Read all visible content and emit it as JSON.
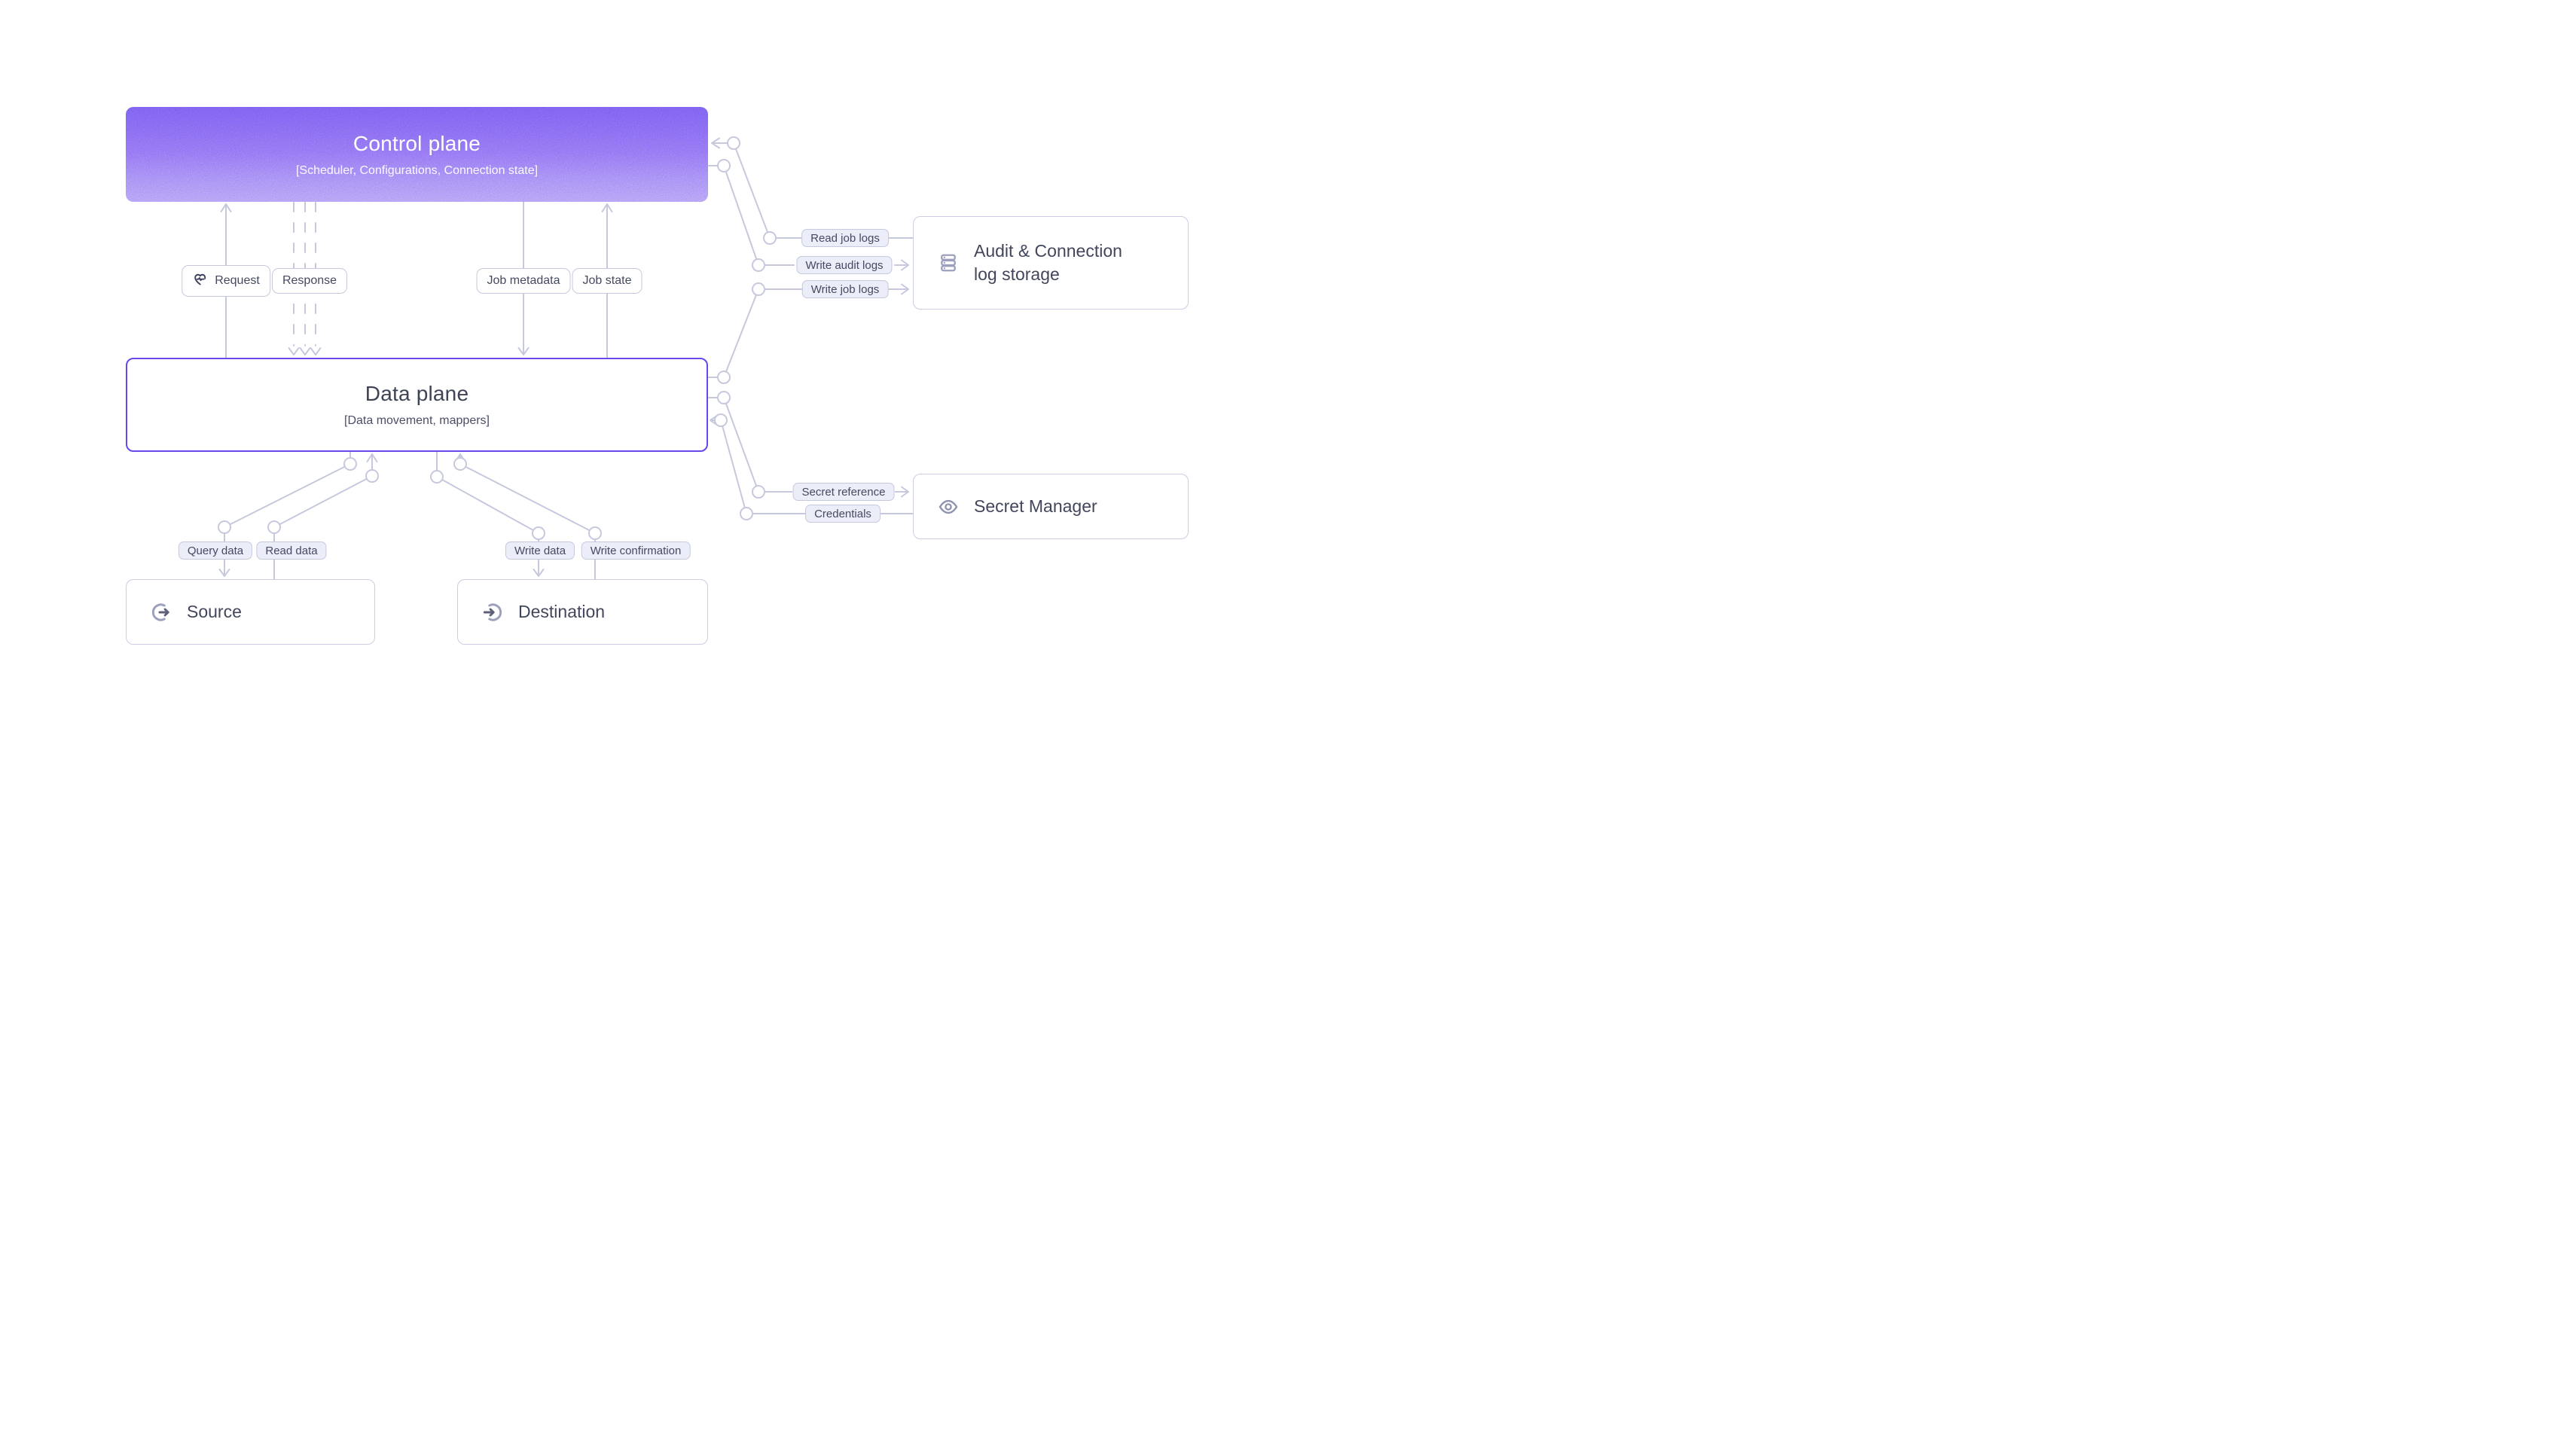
{
  "diagram_title": "Control plane / Data plane architecture diagram",
  "colors": {
    "background": "#ffffff",
    "control_plane_gradient_top": "#6B53EE",
    "control_plane_gradient_bottom": "#A78EF3",
    "data_plane_border": "#6847EB",
    "node_border": "#CACDE3",
    "wire": "#C6C9DE",
    "chip_fill": "#EBEDF8",
    "chip_border": "#C6C9DE",
    "text_dark": "#42465C",
    "text_chip": "#454A61",
    "text_on_purple": "#ffffff"
  },
  "nodes": {
    "control_plane": {
      "title": "Control plane",
      "subtitle": "[Scheduler, Configurations, Connection state]"
    },
    "data_plane": {
      "title": "Data plane",
      "subtitle": "[Data movement, mappers]"
    },
    "source": {
      "title": "Source",
      "icon": "arrow-out-of-circle"
    },
    "destination": {
      "title": "Destination",
      "icon": "arrow-into-circle"
    },
    "audit_storage": {
      "title": "Audit & Connection log storage",
      "icon": "database-stack"
    },
    "secret_manager": {
      "title": "Secret Manager",
      "icon": "eye"
    }
  },
  "edges": {
    "request": "Request",
    "response": "Response",
    "job_metadata": "Job metadata",
    "job_state": "Job state",
    "read_job_logs": "Read job logs",
    "write_audit_logs": "Write audit logs",
    "write_job_logs": "Write job logs",
    "secret_reference": "Secret reference",
    "credentials": "Credentials",
    "query_data": "Query data",
    "read_data": "Read data",
    "write_data": "Write data",
    "write_confirmation": "Write confirmation"
  },
  "edge_icons": {
    "request": "heart-pulse"
  }
}
